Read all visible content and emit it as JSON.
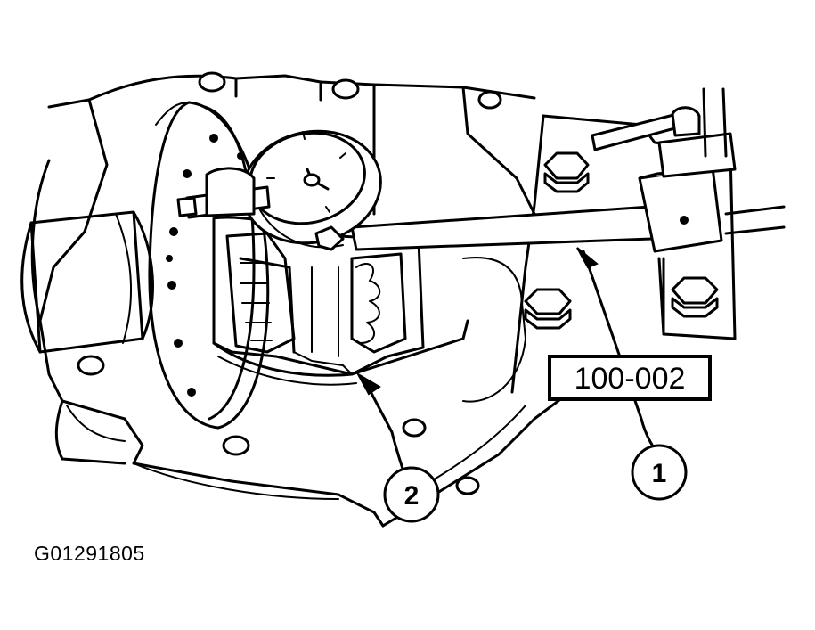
{
  "figure_id": "G01291805",
  "tool_label": "100-002",
  "callouts": [
    {
      "number": "1",
      "target": "dial indicator tool 100-002"
    },
    {
      "number": "2",
      "target": "differential ring gear case"
    }
  ],
  "colors": {
    "ink": "#000000",
    "paper": "#ffffff"
  }
}
